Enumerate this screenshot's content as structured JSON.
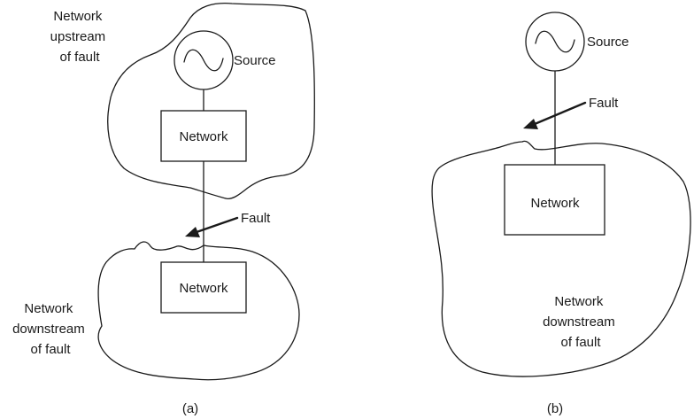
{
  "panel_a": {
    "upstream_label": [
      "Network",
      "upstream",
      "of fault"
    ],
    "source_label": "Source",
    "top_network_label": "Network",
    "fault_label": "Fault",
    "bottom_network_label": "Network",
    "downstream_label": [
      "Network",
      "downstream",
      "of fault"
    ],
    "caption": "(a)"
  },
  "panel_b": {
    "source_label": "Source",
    "fault_label": "Fault",
    "network_label": "Network",
    "downstream_label": [
      "Network",
      "downstream",
      "of fault"
    ],
    "caption": "(b)"
  }
}
